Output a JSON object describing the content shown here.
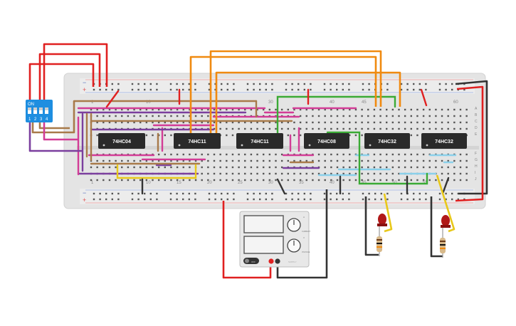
{
  "breadboard": {
    "top_numbers": [
      "1",
      "10",
      "20",
      "30",
      "40",
      "45",
      "50",
      "60"
    ],
    "bottom_numbers": [
      "1",
      "10",
      "15",
      "20",
      "25",
      "30",
      "35",
      "40",
      "45",
      "50",
      "55",
      "60"
    ],
    "row_letters_upper": [
      "A",
      "B",
      "C",
      "D",
      "E"
    ],
    "row_letters_lower": [
      "F",
      "G",
      "H",
      "I",
      "J"
    ],
    "rail_plus": "+",
    "rail_minus": "−"
  },
  "dip_switch": {
    "on_label": "ON",
    "switch_numbers": [
      "1",
      "2",
      "3",
      "4"
    ]
  },
  "chips": [
    {
      "label": "74HC04"
    },
    {
      "label": "74HC11"
    },
    {
      "label": "74HC11"
    },
    {
      "label": "74HC08"
    },
    {
      "label": "74HC32"
    },
    {
      "label": "74HC32"
    }
  ],
  "power_supply": {
    "label_1": "CURRENT",
    "label_2": "VOLTAGE",
    "unit_1": "A",
    "unit_2": "V",
    "switch_label": "OFF",
    "brand": "SUPPLY"
  },
  "colors": {
    "board": "#e8e8e8",
    "wire_red": "#e02020",
    "wire_orange": "#f08a10",
    "wire_magenta": "#d23c96",
    "wire_brown": "#a87a4a",
    "wire_purple": "#7b3f9e",
    "wire_green": "#3aaa35",
    "wire_yellow": "#e8c81a",
    "wire_cyan": "#8ad0ea",
    "wire_black": "#333333",
    "chip": "#2a2a2a",
    "dip": "#1e8ee0",
    "led": "#b01818"
  },
  "leds": [
    {
      "color": "red"
    },
    {
      "color": "red"
    }
  ],
  "resistors": [
    {
      "bands": "brown-black-orange"
    },
    {
      "bands": "brown-black-orange"
    }
  ]
}
